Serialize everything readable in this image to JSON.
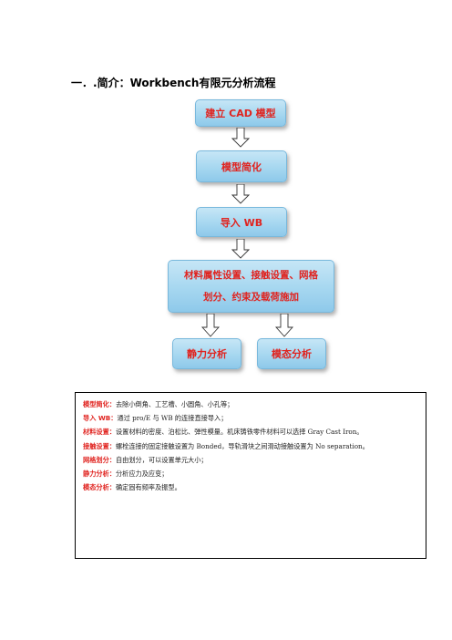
{
  "heading": {
    "number": "一．",
    "text": ".简介：Workbench有限元分析流程"
  },
  "flow": {
    "step1": "建立 CAD 模型",
    "step2": "模型简化",
    "step3": "导入 WB",
    "step4_line1": "材料属性设置、接触设置、网格",
    "step4_line2": "划分、约束及载荷施加",
    "step5a": "静力分析",
    "step5b": "模态分析"
  },
  "notes": [
    {
      "key": "模型简化：",
      "text": "去除小倒角、工艺槽、小圆角、小孔等；"
    },
    {
      "key": "导入 WB：",
      "text": "通过 pro/E 与 WB 的连接直接导入；"
    },
    {
      "key": "材料设置：",
      "text": "设置材料的密度、泊松比、弹性模量。机床铸铁零件材料可以选择 Gray Cast Iron。"
    },
    {
      "key": "接触设置：",
      "text": "螺栓连接的固定接触设置为 Bonded，导轨滑块之间滑动接触设置为 No separation。"
    },
    {
      "key": "网格划分：",
      "text": "自由划分，可以设置单元大小；"
    },
    {
      "key": "静力分析：",
      "text": "分析应力及应变；"
    },
    {
      "key": "模态分析：",
      "text": "确定固有频率及振型。"
    }
  ],
  "colors": {
    "accent": "#e0231f",
    "box_fill": "#a6d7f0",
    "box_border": "#78b8dc"
  }
}
